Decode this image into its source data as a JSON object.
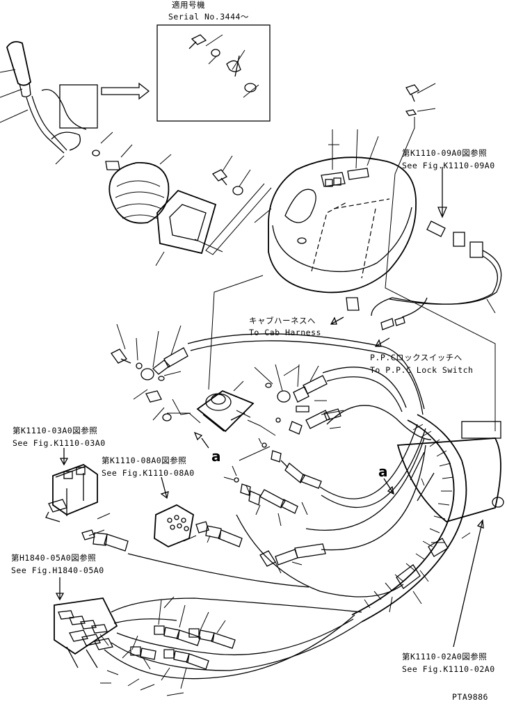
{
  "serial_box": {
    "title": "適用号機",
    "serial": "Serial No.3444～"
  },
  "refs": {
    "k1110_09a0_jp": "第K1110-09A0図参照",
    "k1110_09a0_en": "See Fig.K1110-09A0",
    "k1110_03a0_jp": "第K1110-03A0図参照",
    "k1110_03a0_en": "See Fig.K1110-03A0",
    "k1110_08a0_jp": "第K1110-08A0図参照",
    "k1110_08a0_en": "See Fig.K1110-08A0",
    "h1840_05a0_jp": "第H1840-05A0図参照",
    "h1840_05a0_en": "See Fig.H1840-05A0",
    "k1110_02a0_jp": "第K1110-02A0図参照",
    "k1110_02a0_en": "See Fig.K1110-02A0"
  },
  "cab_harness": {
    "jp": "キャブハーネスへ",
    "en": "To Cab Harness"
  },
  "ppc_lock": {
    "jp": "P.P.Cロックスイッチへ",
    "en": "To P.P.C Lock Switch"
  },
  "marks": {
    "a1": "a",
    "a2": "a"
  },
  "drawing_no": "PTA9886"
}
